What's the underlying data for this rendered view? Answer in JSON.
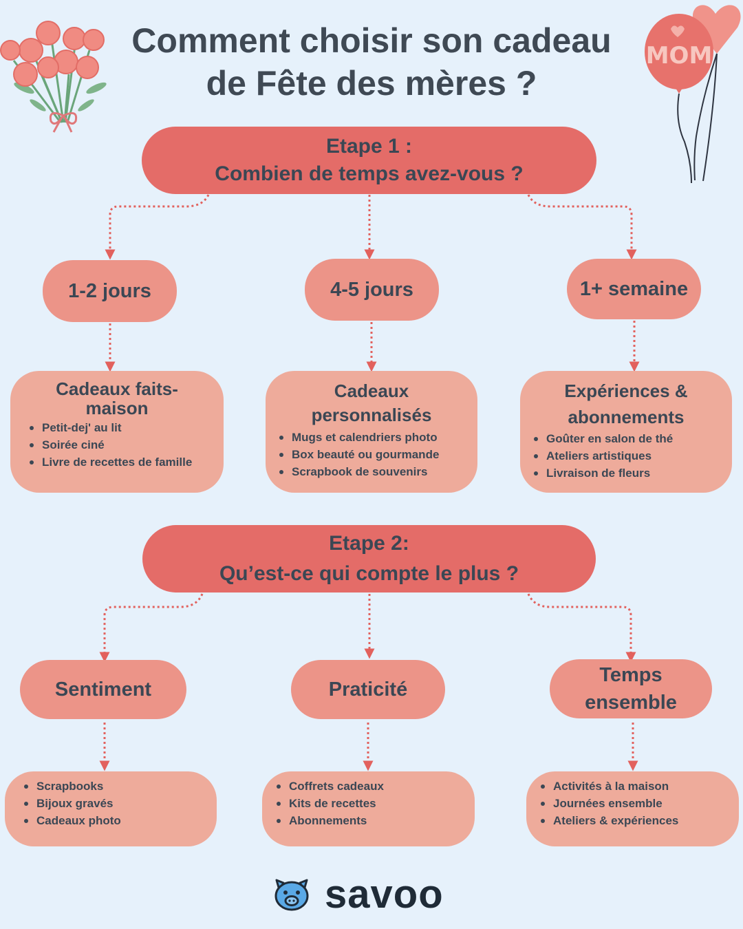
{
  "title": {
    "line1": "Comment choisir son cadeau",
    "line2": "de Fête des mères ?"
  },
  "decor": {
    "balloon_text": "MOM",
    "flowers_icon": "flower-bouquet-icon",
    "balloons_icon": "heart-balloons-icon"
  },
  "step1": {
    "line1": "Etape 1 :",
    "line2": "Combien de temps avez-vous ?",
    "options": [
      {
        "label": "1-2 jours",
        "card_title": "Cadeaux faits-maison",
        "items": [
          "Petit-dej' au lit",
          "Soirée ciné",
          "Livre de recettes de famille"
        ]
      },
      {
        "label": "4-5 jours",
        "card_title": "Cadeaux personnalisés",
        "items": [
          "Mugs et calendriers photo",
          "Box beauté ou gourmande",
          "Scrapbook de souvenirs"
        ]
      },
      {
        "label": "1+ semaine",
        "card_title": "Expériences & abonnements",
        "items": [
          "Goûter en salon de thé",
          "Ateliers artistiques",
          "Livraison de fleurs"
        ]
      }
    ]
  },
  "step2": {
    "line1": "Etape 2:",
    "line2": "Qu’est-ce qui compte le plus ?",
    "options": [
      {
        "label": "Sentiment",
        "items": [
          "Scrapbooks",
          "Bijoux gravés",
          "Cadeaux photo"
        ]
      },
      {
        "label": "Praticité",
        "items": [
          "Coffrets cadeaux",
          "Kits de recettes",
          "Abonnements"
        ]
      },
      {
        "label": "Temps ensemble",
        "items": [
          "Activités à la maison",
          "Journées ensemble",
          "Ateliers & expériences"
        ]
      }
    ]
  },
  "brand": {
    "name": "savoo",
    "icon": "pig-face-icon"
  },
  "colors": {
    "background": "#e6f1fb",
    "step_box": "#e46c68",
    "pill": "#ec9488",
    "card": "#eeab9b",
    "connector": "#e2615d",
    "text": "#3b4754"
  }
}
